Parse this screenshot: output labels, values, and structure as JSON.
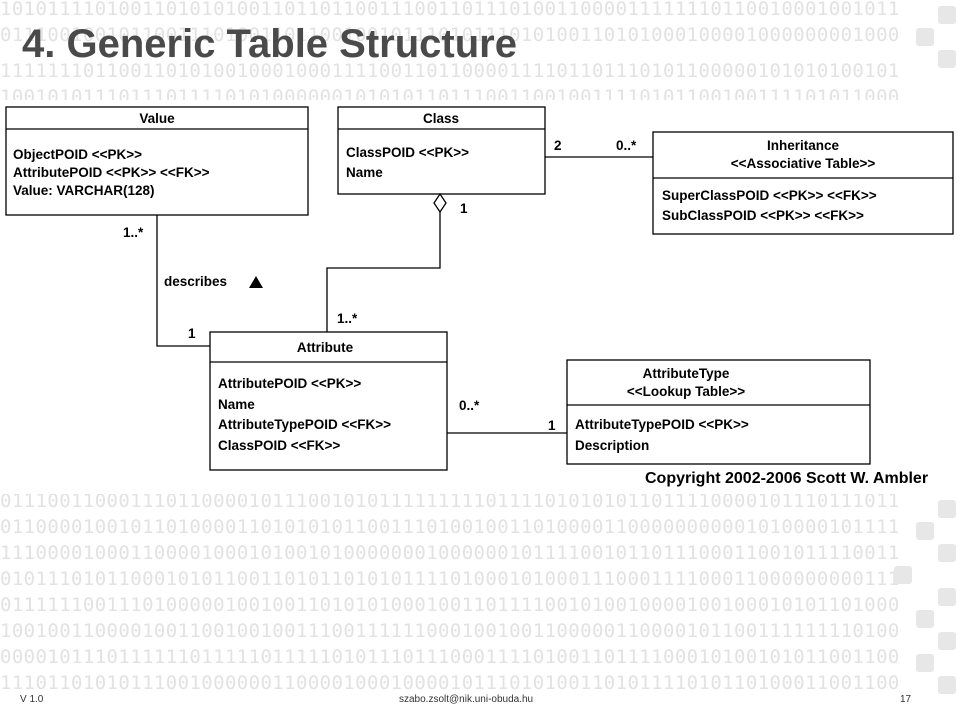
{
  "slide": {
    "title": "4. Generic Table Structure",
    "footer_left": "V 1.0",
    "footer_center": "szabo.zsolt@nik.uni-obuda.hu",
    "footer_right": "17"
  },
  "background_binary": [
    "1010111101001101010100110110110011100110111010011000011111110110010001001011",
    "0111001001011001110100110110010010111010111010100110101000100001000000001000",
    "1111111011001101010010001000111100110110000111101101110101100000101010100101",
    "1001010111011101111010100000010101011011100110010011110101100100111101011000",
    "0111001100011101100001011100101011111111101111010101011011110000101110111011",
    "0110000100101101000011010101011001110100100110100001100000000001010000101111",
    "1110000100011000010001010010100000001000000101111001011011100011001011110011",
    "0101110101100010101100110101101010111101000101000111000111100011000000000111",
    "0111111001110100000100100110101010001001101111001010010000100100010101101000",
    "1001001100001001100100100111001111110001001001100000110000101100111111110100",
    "0000101110111111011111011111010111011100011110100110111100010100101011001100",
    "1110110101011100100000011000010001000010111010100110101111010110100011001100"
  ],
  "diagram": {
    "classes": [
      {
        "id": "value",
        "name": "Value",
        "attributes": [
          "ObjectPOID <<PK>>",
          "AttributePOID <<PK>> <<FK>>",
          "Value: VARCHAR(128)"
        ]
      },
      {
        "id": "class",
        "name": "Class",
        "attributes": [
          "ClassPOID <<PK>>",
          "Name"
        ]
      },
      {
        "id": "inheritance",
        "name": "Inheritance",
        "stereotype": "<<Associative Table>>",
        "attributes": [
          "SuperClassPOID <<PK>> <<FK>>",
          "SubClassPOID <<PK>> <<FK>>"
        ]
      },
      {
        "id": "attribute",
        "name": "Attribute",
        "attributes": [
          "AttributePOID <<PK>>",
          "Name",
          "AttributeTypePOID <<FK>>",
          "ClassPOID <<FK>>"
        ]
      },
      {
        "id": "attributetype",
        "name": "AttributeType",
        "stereotype": "<<Lookup Table>>",
        "attributes": [
          "AttributeTypePOID <<PK>>",
          "Description"
        ]
      }
    ],
    "associations": [
      {
        "from": "class",
        "to": "inheritance",
        "from_mult": "2",
        "to_mult": "0..*"
      },
      {
        "from": "value",
        "to": "attribute",
        "from_mult": "1..*",
        "to_mult": "1",
        "label": "describes"
      },
      {
        "from": "class",
        "to": "attribute",
        "from_mult": "1",
        "to_mult": "1..*",
        "kind": "aggregation"
      },
      {
        "from": "attribute",
        "to": "attributetype",
        "from_mult": "0..*",
        "to_mult": "1"
      }
    ],
    "copyright": "Copyright 2002-2006 Scott W. Ambler"
  }
}
